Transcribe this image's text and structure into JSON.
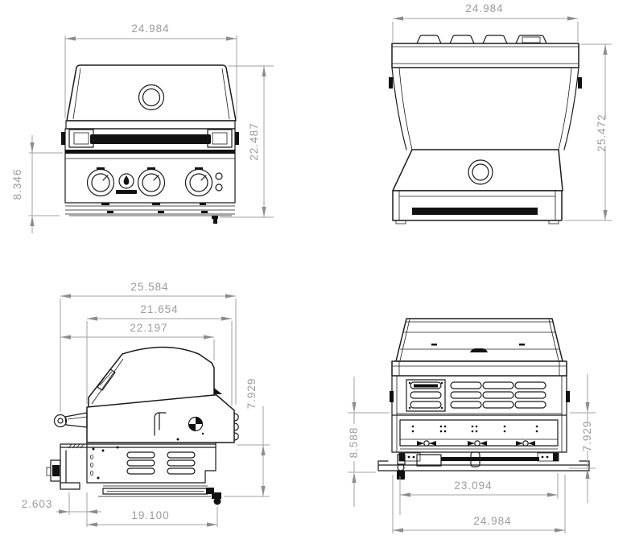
{
  "drawing": {
    "title": "Built-in gas grill dimensioned drawing, four orthographic views",
    "units": "inches",
    "colors": {
      "background": "#ffffff",
      "part_line": "#1b1b1b",
      "dimension_line": "#a0a0a0",
      "dimension_text": "#9b9b9b"
    },
    "views": {
      "front": {
        "name": "front-view",
        "dims": {
          "width": "24.984",
          "height": "22.487",
          "panel_height": "8.346"
        }
      },
      "back": {
        "name": "back-view",
        "dims": {
          "width": "24.984",
          "height": "25.472"
        }
      },
      "side": {
        "name": "side-view",
        "dims": {
          "overall_depth": "25.584",
          "body_depth": "21.654",
          "lid_depth": "22.197",
          "cart_height": "7.929",
          "front_offset": "2.603",
          "base_depth": "19.100"
        }
      },
      "rear": {
        "name": "rear-view",
        "dims": {
          "left_height": "8.588",
          "right_height": "7.929",
          "inner_width": "23.094",
          "width": "24.984"
        }
      }
    }
  }
}
